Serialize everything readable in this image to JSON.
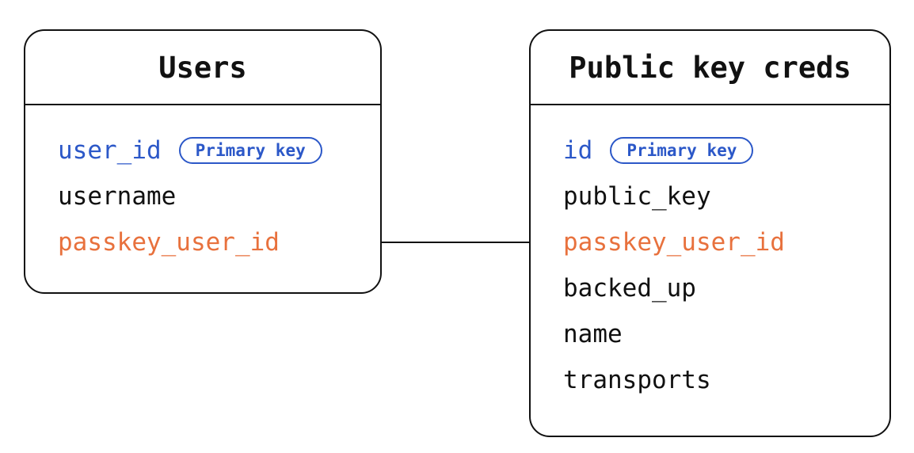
{
  "colors": {
    "accent_blue": "#2c58c8",
    "accent_orange": "#e8713d",
    "text": "#111111",
    "background": "#ffffff"
  },
  "diagram": {
    "tables": [
      {
        "title": "Users",
        "fields": [
          {
            "name": "user_id",
            "role": "primary-key",
            "badge": "Primary key"
          },
          {
            "name": "username",
            "role": "normal"
          },
          {
            "name": "passkey_user_id",
            "role": "foreign-key"
          }
        ]
      },
      {
        "title": "Public key creds",
        "fields": [
          {
            "name": "id",
            "role": "primary-key",
            "badge": "Primary key"
          },
          {
            "name": "public_key",
            "role": "normal"
          },
          {
            "name": "passkey_user_id",
            "role": "foreign-key"
          },
          {
            "name": "backed_up",
            "role": "normal"
          },
          {
            "name": "name",
            "role": "normal"
          },
          {
            "name": "transports",
            "role": "normal"
          }
        ]
      }
    ],
    "relationship": {
      "from": "Users.passkey_user_id",
      "to": "Public key creds.passkey_user_id",
      "style": "plain-line"
    }
  }
}
